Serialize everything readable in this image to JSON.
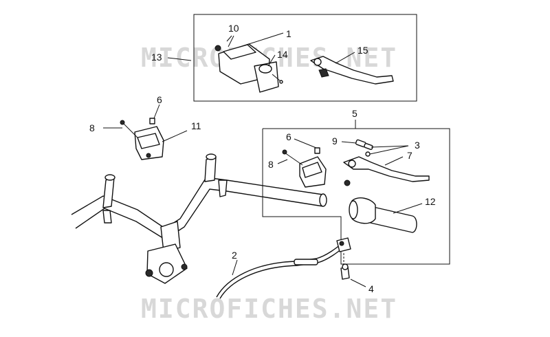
{
  "watermark": {
    "text": "MICROFICHES.NET"
  },
  "callouts": [
    {
      "id": "1",
      "label": "1"
    },
    {
      "id": "2",
      "label": "2"
    },
    {
      "id": "3",
      "label": "3"
    },
    {
      "id": "4",
      "label": "4"
    },
    {
      "id": "5",
      "label": "5"
    },
    {
      "id": "6a",
      "label": "6"
    },
    {
      "id": "6b",
      "label": "6"
    },
    {
      "id": "7",
      "label": "7"
    },
    {
      "id": "8a",
      "label": "8"
    },
    {
      "id": "8b",
      "label": "8"
    },
    {
      "id": "9",
      "label": "9"
    },
    {
      "id": "10",
      "label": "10"
    },
    {
      "id": "11",
      "label": "11"
    },
    {
      "id": "12",
      "label": "12"
    },
    {
      "id": "13",
      "label": "13"
    },
    {
      "id": "14",
      "label": "14"
    },
    {
      "id": "15",
      "label": "15"
    }
  ]
}
